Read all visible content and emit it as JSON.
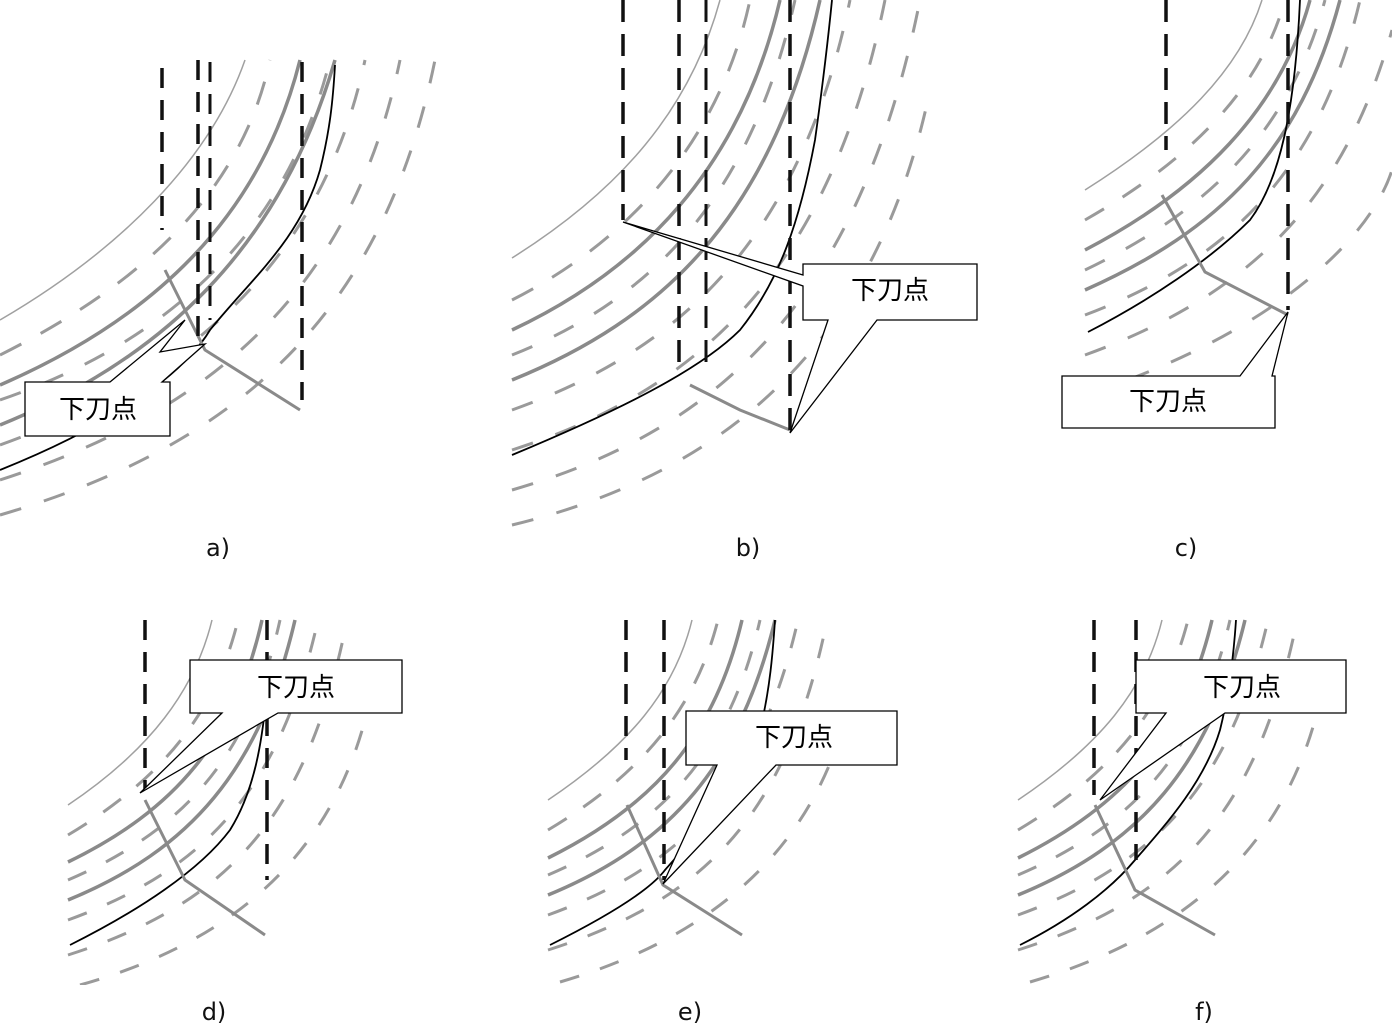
{
  "figure": {
    "panels": [
      {
        "id": "a",
        "caption": "a)",
        "callout_label": "下刀点"
      },
      {
        "id": "b",
        "caption": "b)",
        "callout_label": "下刀点"
      },
      {
        "id": "c",
        "caption": "c)",
        "callout_label": "下刀点"
      },
      {
        "id": "d",
        "caption": "d)",
        "callout_label": "下刀点"
      },
      {
        "id": "e",
        "caption": "e)",
        "callout_label": "下刀点"
      },
      {
        "id": "f",
        "caption": "f)",
        "callout_label": "下刀点"
      }
    ],
    "colors": {
      "path_gray": "#8a8a8a",
      "dash_gray": "#9a9a9a",
      "tool_dash": "#111111",
      "outline": "#000000",
      "thin_arc": "#a0a0a0"
    }
  }
}
